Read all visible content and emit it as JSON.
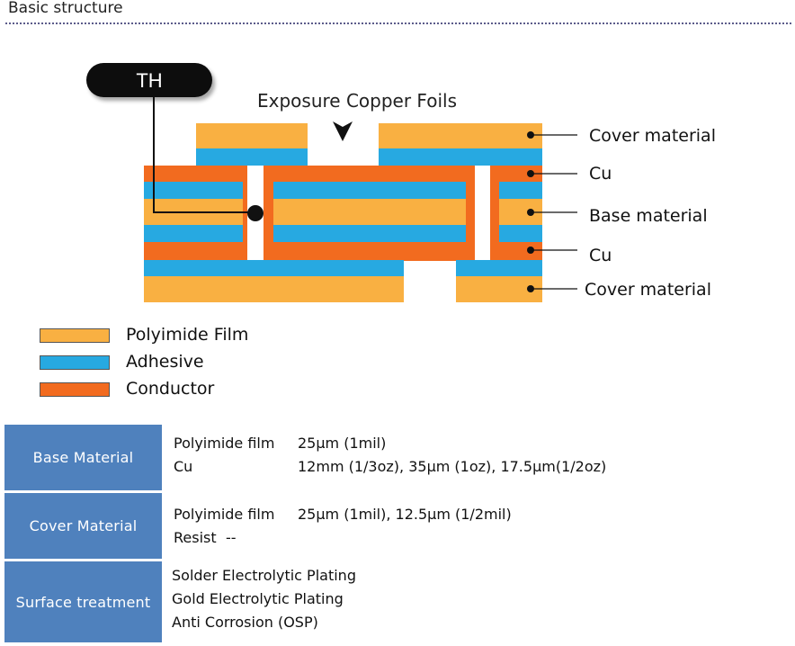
{
  "header": {
    "title": "Basic structure"
  },
  "diagram": {
    "callout": "TH",
    "top_note": "Exposure Copper Foils",
    "labels": {
      "cover_top": "Cover material",
      "cu_top": "Cu",
      "base": "Base material",
      "cu_bottom": "Cu",
      "cover_bottom": "Cover material"
    },
    "colors": {
      "polyimide": "#f9b042",
      "adhesive": "#27a9e1",
      "conductor": "#f26b1f"
    }
  },
  "legend": [
    {
      "label": "Polyimide Film",
      "color": "#f9b042"
    },
    {
      "label": "Adhesive",
      "color": "#27a9e1"
    },
    {
      "label": "Conductor",
      "color": "#f26b1f"
    }
  ],
  "spec": {
    "base": {
      "head": "Base Material",
      "lines": [
        {
          "name": "Polyimide film",
          "value": "25µm (1mil)"
        },
        {
          "name": "Cu",
          "value": "12mm (1/3oz), 35µm (1oz), 17.5µm(1/2oz)"
        }
      ]
    },
    "cover": {
      "head": "Cover Material",
      "lines": [
        {
          "name": "Polyimide film",
          "value": "25µm (1mil), 12.5µm (1/2mil)"
        },
        {
          "name": "Resist",
          "value": "--"
        }
      ]
    },
    "surface": {
      "head": "Surface treatment",
      "lines": [
        "Solder Electrolytic Plating",
        "Gold Electrolytic Plating",
        "Anti Corrosion (OSP)"
      ]
    }
  }
}
